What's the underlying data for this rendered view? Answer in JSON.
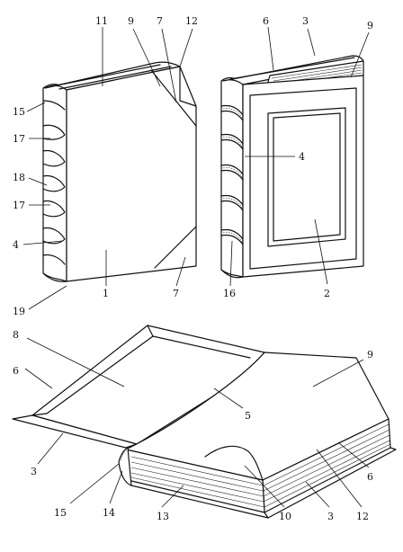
{
  "labels": {
    "book_closed_left": [
      {
        "id": "l11",
        "text": "11"
      },
      {
        "id": "l9a",
        "text": "9"
      },
      {
        "id": "l7a",
        "text": "7"
      },
      {
        "id": "l12a",
        "text": "12"
      },
      {
        "id": "l15a",
        "text": "15"
      },
      {
        "id": "l17a",
        "text": "17"
      },
      {
        "id": "l18",
        "text": "18"
      },
      {
        "id": "l17b",
        "text": "17"
      },
      {
        "id": "l4a",
        "text": "4"
      },
      {
        "id": "l1",
        "text": "1"
      },
      {
        "id": "l7b",
        "text": "7"
      },
      {
        "id": "l19",
        "text": "19"
      }
    ],
    "book_closed_right": [
      {
        "id": "l6a",
        "text": "6"
      },
      {
        "id": "l3a",
        "text": "3"
      },
      {
        "id": "l9b",
        "text": "9"
      },
      {
        "id": "l4b",
        "text": "4"
      },
      {
        "id": "l16",
        "text": "16"
      },
      {
        "id": "l2",
        "text": "2"
      }
    ],
    "book_open": [
      {
        "id": "l8",
        "text": "8"
      },
      {
        "id": "l6b",
        "text": "6"
      },
      {
        "id": "l9c",
        "text": "9"
      },
      {
        "id": "l5",
        "text": "5"
      },
      {
        "id": "l6c",
        "text": "6"
      },
      {
        "id": "l3b",
        "text": "3"
      },
      {
        "id": "l15b",
        "text": "15"
      },
      {
        "id": "l14",
        "text": "14"
      },
      {
        "id": "l13",
        "text": "13"
      },
      {
        "id": "l10",
        "text": "10"
      },
      {
        "id": "l3c",
        "text": "3"
      },
      {
        "id": "l12b",
        "text": "12"
      }
    ]
  }
}
